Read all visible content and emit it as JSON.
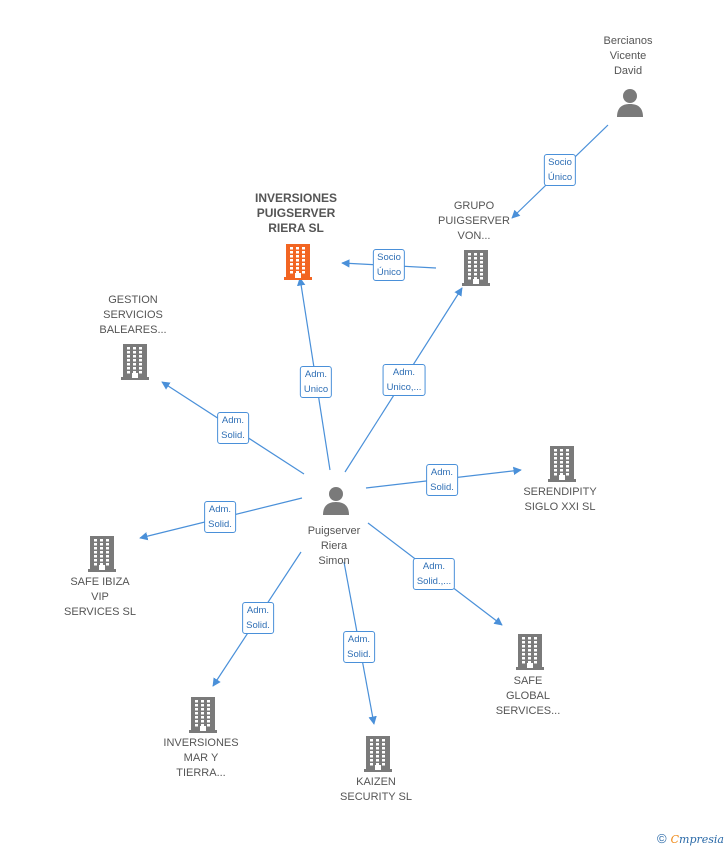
{
  "colors": {
    "edge": "#4a90d9",
    "building": "#7a7a7a",
    "main": "#f26522",
    "person": "#7a7a7a"
  },
  "nodes": [
    {
      "id": "bercianos",
      "type": "person",
      "label": "Bercianos\nVicente\nDavid"
    },
    {
      "id": "grupo",
      "type": "company",
      "label": "GRUPO\nPUIGSERVER\nVON..."
    },
    {
      "id": "inversiones_puig",
      "type": "company",
      "main": true,
      "label": "INVERSIONES\nPUIGSERVER\nRIERA  SL"
    },
    {
      "id": "gestion",
      "type": "company",
      "label": "GESTION\nSERVICIOS\nBALEARES..."
    },
    {
      "id": "serendipity",
      "type": "company",
      "label": "SERENDIPITY\nSIGLO XXI  SL"
    },
    {
      "id": "puigserver",
      "type": "person",
      "label": "Puigserver\nRiera\nSimon"
    },
    {
      "id": "safe_ibiza",
      "type": "company",
      "label": "SAFE IBIZA\nVIP\nSERVICES  SL"
    },
    {
      "id": "safe_global",
      "type": "company",
      "label": "SAFE\nGLOBAL\nSERVICES..."
    },
    {
      "id": "inversiones_mar",
      "type": "company",
      "label": "INVERSIONES\nMAR Y\nTIERRA..."
    },
    {
      "id": "kaizen",
      "type": "company",
      "label": "KAIZEN\nSECURITY  SL"
    }
  ],
  "edges": [
    {
      "from": "bercianos",
      "to": "grupo",
      "label": "Socio\nÚnico"
    },
    {
      "from": "grupo",
      "to": "inversiones_puig",
      "label": "Socio\nÚnico"
    },
    {
      "from": "puigserver",
      "to": "inversiones_puig",
      "label": "Adm.\nUnico"
    },
    {
      "from": "puigserver",
      "to": "grupo",
      "label": "Adm.\nUnico,..."
    },
    {
      "from": "puigserver",
      "to": "gestion",
      "label": "Adm.\nSolid."
    },
    {
      "from": "puigserver",
      "to": "serendipity",
      "label": "Adm.\nSolid."
    },
    {
      "from": "puigserver",
      "to": "safe_ibiza",
      "label": "Adm.\nSolid."
    },
    {
      "from": "puigserver",
      "to": "safe_global",
      "label": "Adm.\nSolid.,..."
    },
    {
      "from": "puigserver",
      "to": "inversiones_mar",
      "label": "Adm.\nSolid."
    },
    {
      "from": "puigserver",
      "to": "kaizen",
      "label": "Adm.\nSolid."
    }
  ],
  "footer": {
    "copyright": "©",
    "brand_first": "C",
    "brand_rest": "mpresia"
  }
}
